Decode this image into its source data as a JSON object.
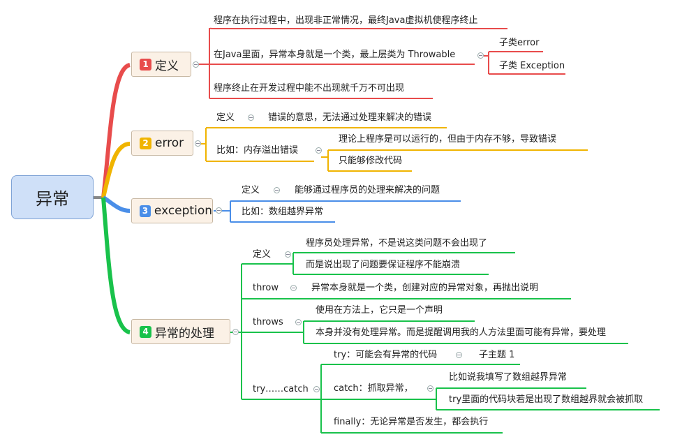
{
  "root": "异常",
  "branches": [
    {
      "num": "1",
      "label": "定义",
      "color": "#e84c4c",
      "items": [
        "程序在执行过程中，出现非正常情况，最终Java虚拟机使程序终止",
        "在Java里面，异常本身就是一个类，最上层类为 Throwable",
        "程序终止在开发过程中能不出现就千万不可出现"
      ],
      "sub": [
        "子类error",
        "子类 Exception"
      ]
    },
    {
      "num": "2",
      "label": "error",
      "color": "#f0b400",
      "items": [
        "定义",
        "错误的意思，无法通过处理来解决的错误",
        "比如：内存溢出错误",
        "理论上程序是可以运行的，但由于内存不够，导致错误",
        "只能够修改代码"
      ]
    },
    {
      "num": "3",
      "label": "exception",
      "color": "#4a8ee8",
      "items": [
        "定义",
        "能够通过程序员的处理来解决的问题",
        "比如：数组越界异常"
      ]
    },
    {
      "num": "4",
      "label": "异常的处理",
      "color": "#19c24b",
      "items": [
        "定义",
        "程序员处理异常，不是说这类问题不会出现了",
        "而是说出现了问题要保证程序不能崩溃",
        "throw",
        "异常本身就是一个类，创建对应的异常对象，再抛出说明",
        "throws",
        "使用在方法上，它只是一个声明",
        "本身并没有处理异常。而是提醒调用我的人方法里面可能有异常，要处理",
        "try……catch",
        "try：可能会有异常的代码",
        "子主题 1",
        "catch：抓取异常，",
        "比如说我填写了数组越界异常",
        "try里面的代码块若是出现了数组越界就会被抓取",
        "finally：无论异常是否发生，都会执行"
      ]
    }
  ]
}
